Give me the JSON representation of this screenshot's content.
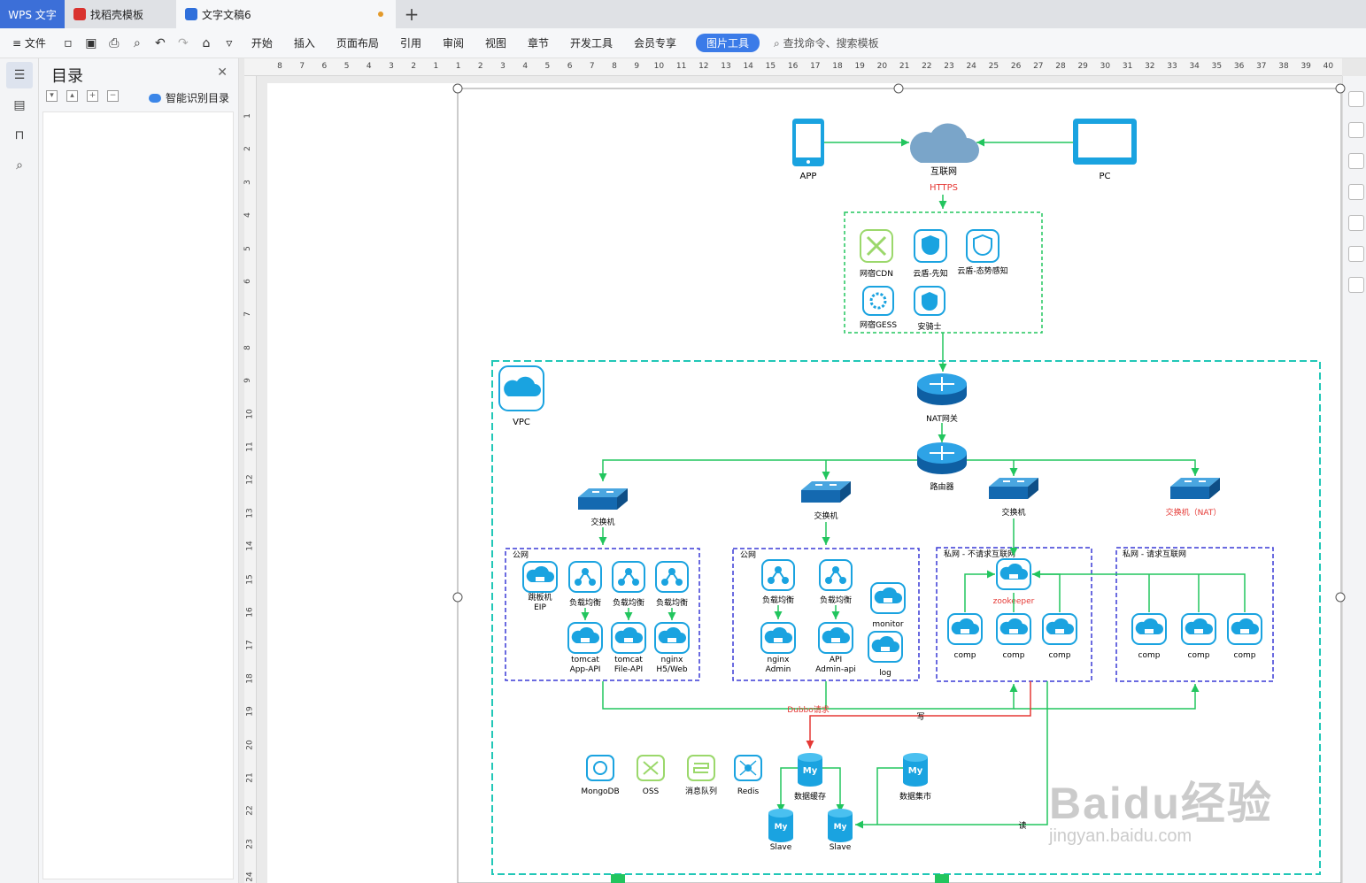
{
  "tabs": {
    "app": "WPS 文字",
    "template": "找稻壳模板",
    "doc": "文字文稿6",
    "new": "+"
  },
  "menubar": {
    "file": "文件",
    "items": [
      "开始",
      "插入",
      "页面布局",
      "引用",
      "审阅",
      "视图",
      "章节",
      "开发工具",
      "会员专享"
    ],
    "active": "图片工具",
    "search": "查找命令、搜索模板"
  },
  "toc": {
    "title": "目录",
    "smart": "智能识别目录"
  },
  "ruler": {
    "h": [
      "8",
      "7",
      "6",
      "5",
      "4",
      "3",
      "2",
      "1",
      "1",
      "2",
      "3",
      "4",
      "5",
      "6",
      "7",
      "8",
      "9",
      "10",
      "11",
      "12",
      "13",
      "14",
      "15",
      "16",
      "17",
      "18",
      "19",
      "20",
      "21",
      "22",
      "23",
      "24",
      "25",
      "26",
      "27",
      "28",
      "29",
      "30",
      "31",
      "32",
      "33",
      "34",
      "35",
      "36",
      "37",
      "38",
      "39",
      "40"
    ],
    "v": [
      "1",
      "2",
      "3",
      "4",
      "5",
      "6",
      "7",
      "8",
      "9",
      "10",
      "11",
      "12",
      "13",
      "14",
      "15",
      "16",
      "17",
      "18",
      "19",
      "20",
      "21",
      "22",
      "23",
      "24"
    ]
  },
  "diagram": {
    "app": "APP",
    "pc": "PC",
    "internet": "互联网",
    "https": "HTTPS",
    "security": {
      "cdn": "网宿CDN",
      "xianzhi": "云盾-先知",
      "taishi": "云盾-态势感知",
      "gess": "网宿GESS",
      "anqishi": "安骑士"
    },
    "vpc": "VPC",
    "nat": "NAT网关",
    "router": "路由器",
    "switch1": "交换机",
    "switch2": "交换机",
    "switch3": "交换机",
    "switch4": "交换机（NAT）",
    "zone1": {
      "title": "公网",
      "jump": "跳板机",
      "eip": "EIP",
      "lb": "负载均衡",
      "tomcat_app": "tomcat",
      "tomcat_app2": "App-API",
      "tomcat_file": "tomcat",
      "tomcat_file2": "File-API",
      "nginx": "nginx",
      "nginx2": "H5/Web"
    },
    "zone2": {
      "title": "公网",
      "lb": "负载均衡",
      "nginx": "nginx",
      "nginx2": "Admin",
      "api": "API",
      "api2": "Admin-api",
      "monitor": "monitor",
      "log": "log"
    },
    "zone3": {
      "title": "私网 - 不请求互联网",
      "zookeeper": "zookeeper",
      "comp": "comp"
    },
    "zone4": {
      "title": "私网 - 请求互联网",
      "comp": "comp"
    },
    "dubbo": "Dubbo请求",
    "write": "写",
    "read": "读",
    "storage": {
      "mongodb": "MongoDB",
      "oss": "OSS",
      "mq": "消息队列",
      "redis": "Redis",
      "db": "数据缓存",
      "dbmart": "数据集市",
      "slave": "Slave",
      "my": "My"
    }
  },
  "watermark": {
    "brand": "Baidu经验",
    "url": "jingyan.baidu.com"
  },
  "colors": {
    "wps_blue": "#3c6fd8",
    "icon_blue": "#1aa3e0",
    "line_green": "#22c55e",
    "dashed_teal": "#22c7b7",
    "dashed_blue": "#3a3ad6",
    "red": "#e53935"
  }
}
